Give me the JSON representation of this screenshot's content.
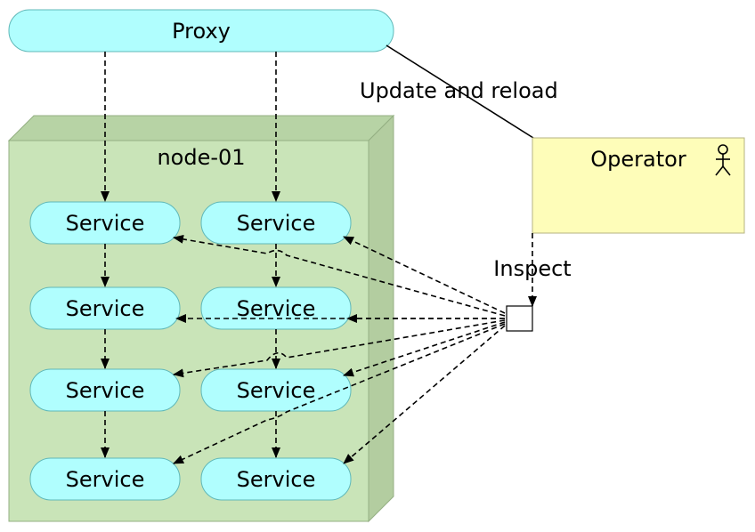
{
  "proxy": {
    "label": "Proxy"
  },
  "node": {
    "label": "node-01"
  },
  "operator": {
    "label": "Operator"
  },
  "edges": {
    "update_label": "Update and reload",
    "inspect_label": "Inspect"
  },
  "services": [
    {
      "label": "Service"
    },
    {
      "label": "Service"
    },
    {
      "label": "Service"
    },
    {
      "label": "Service"
    },
    {
      "label": "Service"
    },
    {
      "label": "Service"
    },
    {
      "label": "Service"
    },
    {
      "label": "Service"
    }
  ],
  "colors": {
    "service_fill": "#b0fefe",
    "service_stroke": "#60b8b8",
    "node_front": "#c9e4b8",
    "node_top": "#b7d3a5",
    "node_side": "#b3cda0",
    "node_stroke": "#94af83",
    "operator_fill": "#fefdb9",
    "operator_stroke": "#b5b382"
  }
}
